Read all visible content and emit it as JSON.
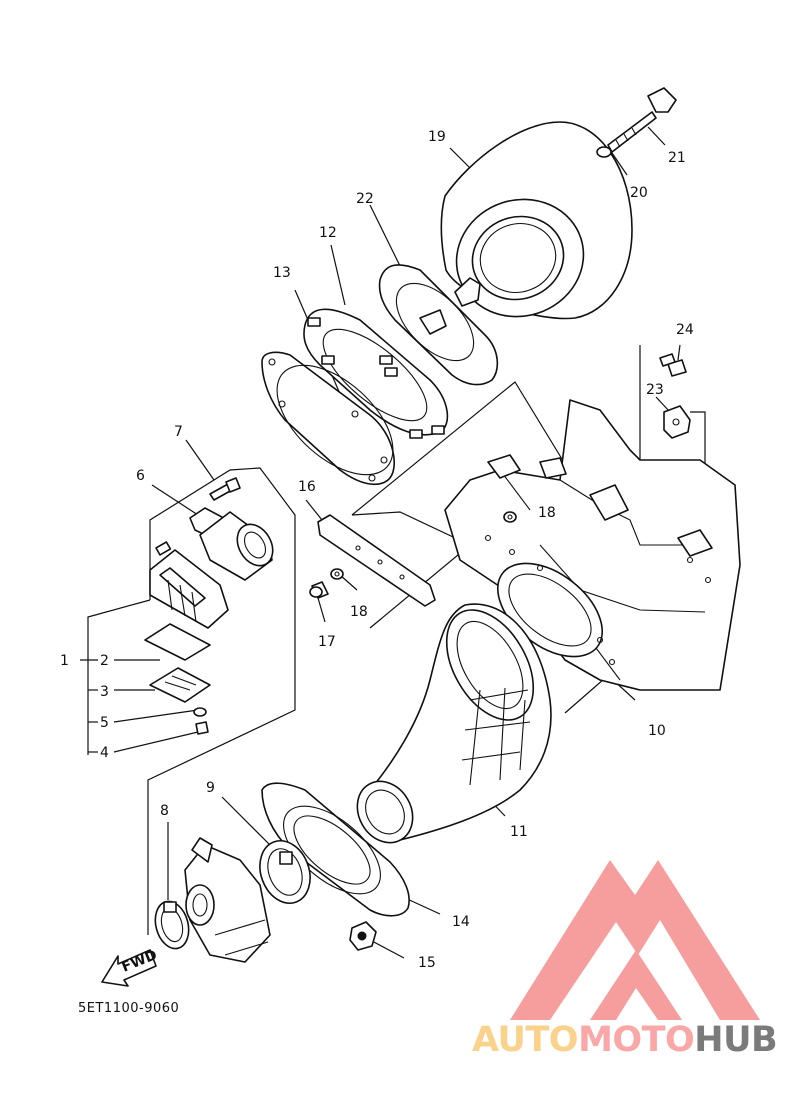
{
  "diagram": {
    "drawing_code": "5ET1100-9060",
    "fwd_label": "FWD",
    "callouts": [
      "1",
      "2",
      "3",
      "5",
      "4",
      "6",
      "7",
      "8",
      "9",
      "10",
      "11",
      "12",
      "13",
      "14",
      "15",
      "16",
      "17",
      "18",
      "18",
      "19",
      "20",
      "21",
      "22",
      "23",
      "24"
    ]
  },
  "watermark": {
    "brand_part1": "AUTO",
    "brand_part2": "MOTO",
    "brand_part3": "HUB",
    "colors": {
      "auto": "#fbd28c",
      "moto": "#f9a7a7",
      "hub": "#7b7b7b",
      "logo": "#f58c8c"
    }
  }
}
